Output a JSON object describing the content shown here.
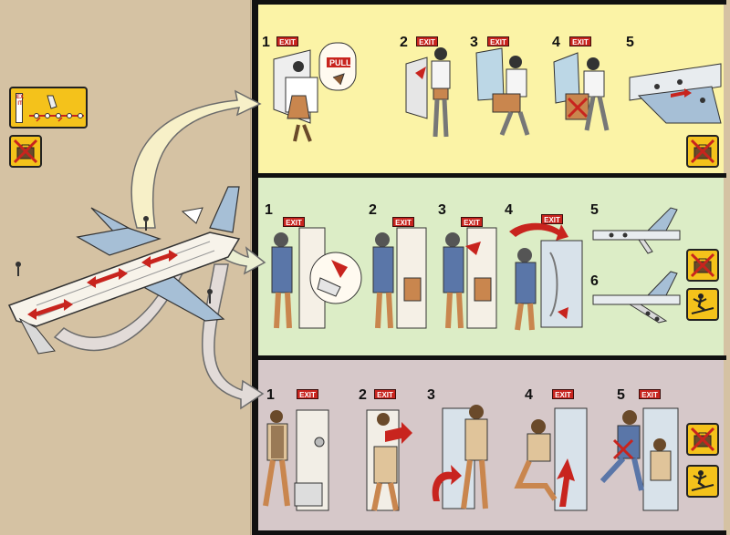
{
  "card": {
    "colors": {
      "background": "#d5c2a3",
      "panel_top": "#fbf3a6",
      "panel_mid": "#dcedc6",
      "panel_bot": "#d6c8c9",
      "exit_red": "#c8241e",
      "warning_yellow": "#f4c21b",
      "fuselage": "#f7f3ea",
      "aircraft_blue": "#a6bfd6",
      "arrow_fill": "#f7f0c8"
    }
  },
  "left_panel": {
    "exit_strip_label": "EXIT",
    "no_luggage_icon": "no-luggage-icon"
  },
  "overwing_exit": {
    "steps": [
      "1",
      "2",
      "3",
      "4",
      "5"
    ],
    "exit_label": "EXIT",
    "handle_label": "PULL",
    "no_luggage_icon": "no-luggage-icon"
  },
  "rear_exit": {
    "steps": [
      "1",
      "2",
      "3",
      "4",
      "5",
      "6"
    ],
    "exit_label": "EXIT",
    "no_luggage_icon": "no-luggage-icon",
    "jump_icon": "jump-slide-icon"
  },
  "front_exit": {
    "steps": [
      "1",
      "2",
      "3",
      "4",
      "5"
    ],
    "exit_label": "EXIT",
    "no_luggage_icon": "no-luggage-icon",
    "jump_icon": "jump-slide-icon"
  }
}
